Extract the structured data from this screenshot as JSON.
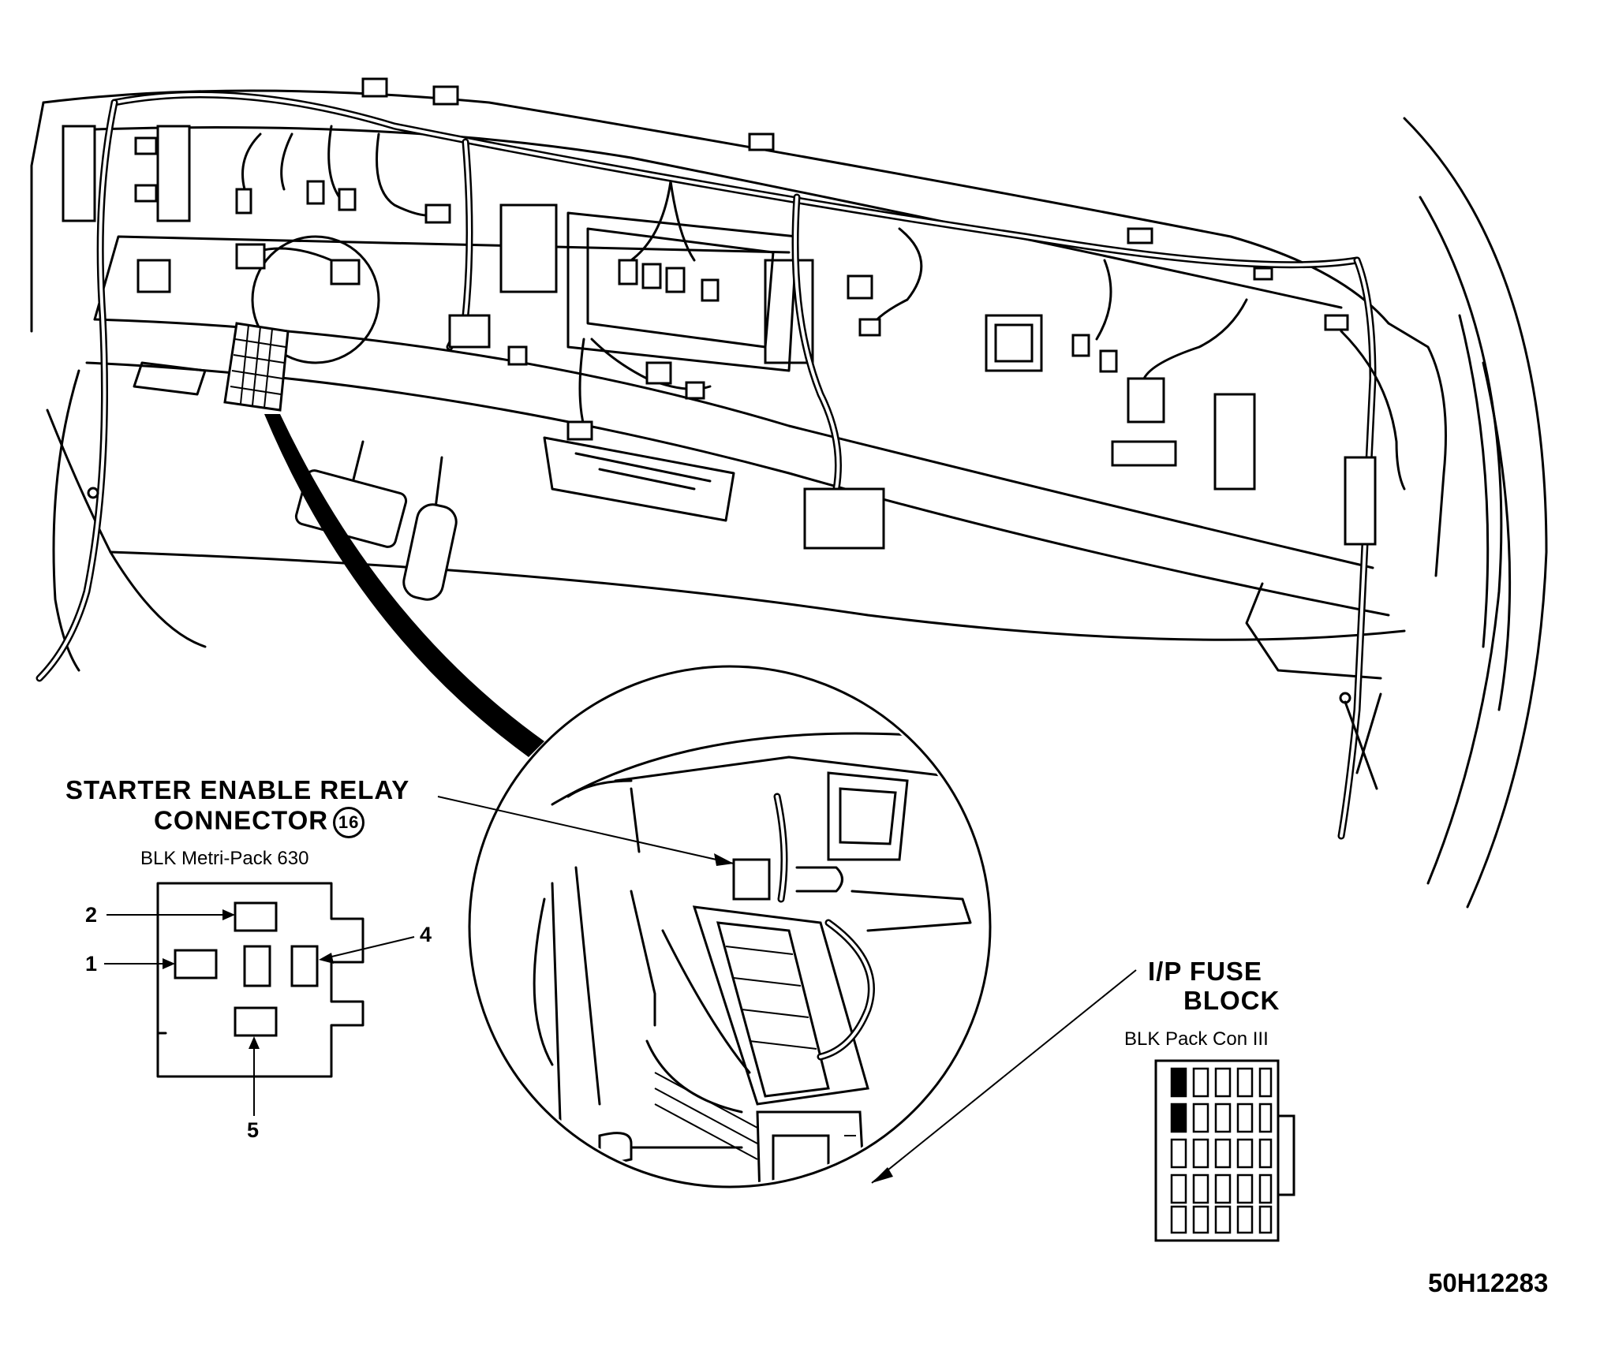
{
  "relay_connector": {
    "title_line1": "STARTER ENABLE RELAY",
    "title_line2": "CONNECTOR",
    "number": "16",
    "subtitle": "BLK Metri-Pack 630",
    "pins": [
      "2",
      "1",
      "4",
      "5"
    ]
  },
  "fuse_block": {
    "title_line1": "I/P FUSE",
    "title_line2": "BLOCK",
    "subtitle": "BLK Pack Con III"
  },
  "figure_id": "50H12283"
}
